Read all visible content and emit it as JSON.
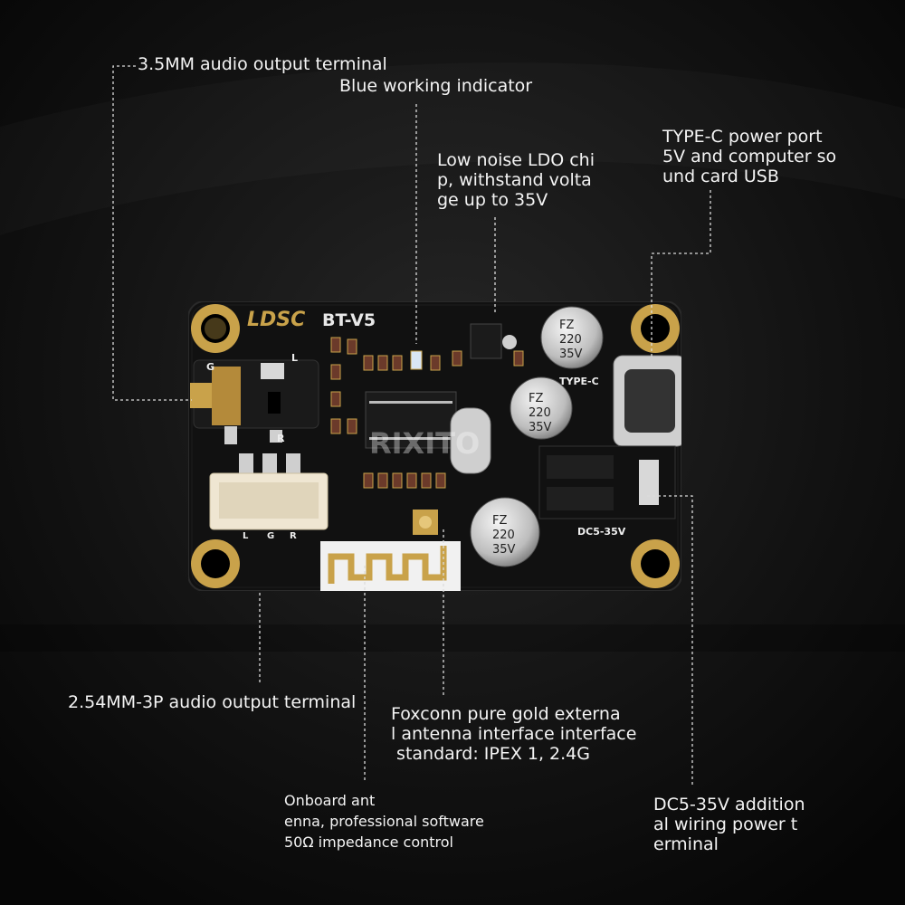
{
  "board": {
    "brand": "LDSC",
    "model": "BT-V5",
    "silkscreen_type_c": "TYPE-C",
    "silkscreen_dc": "DC5-35V",
    "pin_g": "G",
    "pin_l": "L",
    "pin_r": "R",
    "jst_l": "L",
    "jst_g": "G",
    "jst_r": "R",
    "capacitor": {
      "line1": "FZ",
      "line2": "220",
      "line3": "35V"
    }
  },
  "watermark": "RIXITO",
  "annotations": {
    "audio_35mm": "3.5MM audio output terminal",
    "blue_indicator": "Blue working indicator",
    "ldo": [
      "Low noise LDO chi",
      "p, withstand volta",
      "ge up to 35V"
    ],
    "typec": [
      "TYPE-C power port",
      "5V and computer so",
      "und card USB"
    ],
    "jst_254": "2.54MM-3P audio output terminal",
    "ipex": [
      "Foxconn pure gold externa",
      "l antenna interface interface",
      " standard: IPEX 1, 2.4G"
    ],
    "antenna": [
      "Onboard ant",
      "enna, professional software",
      "50Ω impedance control"
    ],
    "dc_terminal": [
      "DC5-35V addition",
      "al wiring power t",
      "erminal"
    ]
  }
}
